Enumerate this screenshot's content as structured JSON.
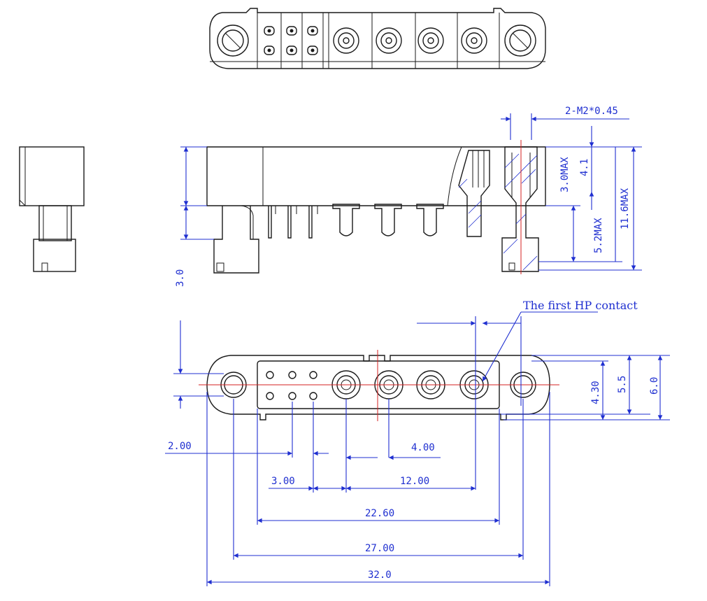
{
  "dimensions": {
    "thread": "2-M2*0.45",
    "h_3_0max": "3.0MAX",
    "h_4_1": "4.1",
    "h_5_2max": "5.2MAX",
    "h_11_6max": "11.6MAX",
    "h_3_0": "3.0",
    "w_4_30": "4.30",
    "w_5_5": "5.5",
    "w_6_0": "6.0",
    "p_2_00": "2.00",
    "p_4_00": "4.00",
    "p_3_00": "3.00",
    "p_12_00": "12.00",
    "w_22_60": "22.60",
    "w_27_00": "27.00",
    "w_32_0": "32.0"
  },
  "annotation": {
    "first_hp_contact": "The first HP contact"
  },
  "colors": {
    "dimension": "#1f2fd0",
    "centerline": "#d42020",
    "outline": "#1a1a1a"
  }
}
